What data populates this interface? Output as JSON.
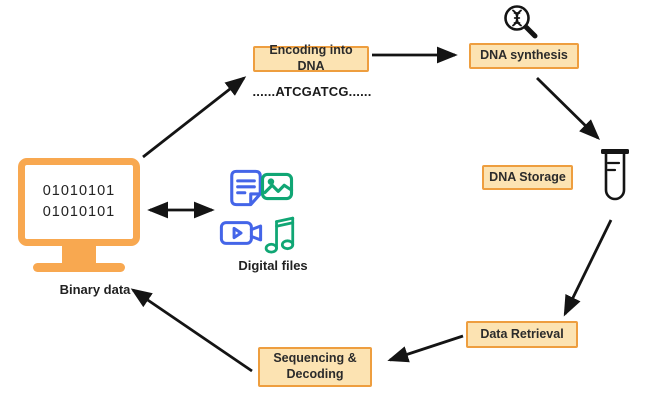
{
  "colors": {
    "accent": "#EE9E3F",
    "box-fill": "#FCE3B2",
    "monitor": "#F8A850",
    "arrow": "#141414",
    "blue": "#4465E8",
    "green": "#10A674",
    "text": "#222222"
  },
  "diagram": {
    "binary_data": {
      "screen_line1": "01010101",
      "screen_line2": "01010101",
      "label": "Binary data"
    },
    "digital_files": {
      "label": "Digital files"
    },
    "steps": {
      "encoding": "Encoding into DNA",
      "sequence_text": "......ATCGATCG......",
      "synthesis": "DNA synthesis",
      "storage": "DNA Storage",
      "retrieval": "Data Retrieval",
      "sequencing_decoding": "Sequencing & Decoding"
    }
  },
  "icons": {
    "monitor": "monitor-icon",
    "document": "document-icon",
    "image": "image-icon",
    "video": "video-icon",
    "music": "music-note-icon",
    "dna_magnifier": "dna-magnifier-icon",
    "test_tube": "test-tube-icon",
    "arrows": "arrow-icon"
  }
}
